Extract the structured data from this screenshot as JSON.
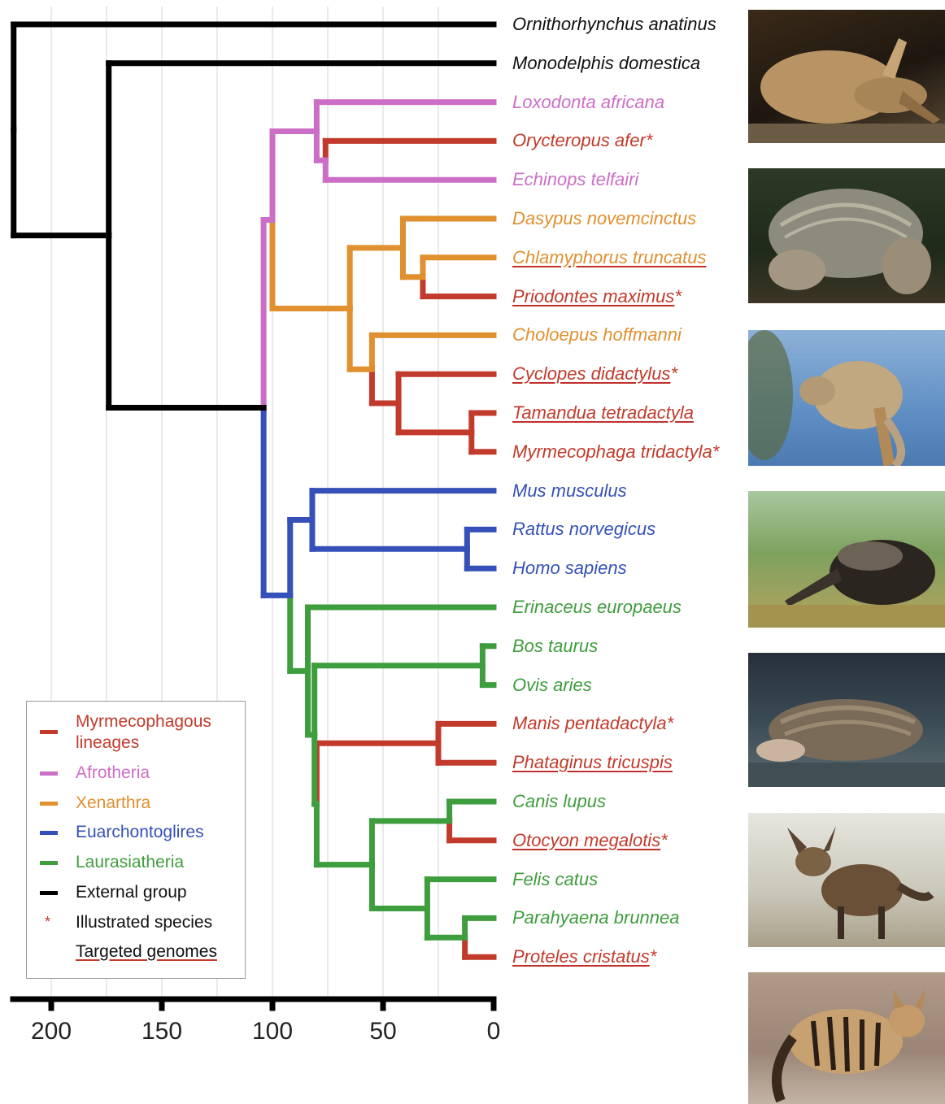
{
  "colors": {
    "myrmecophagous": "#c23a2b",
    "afrotheria": "#cc6ec6",
    "xenarthra": "#e0902f",
    "euarchontoglires": "#3550b8",
    "laurasiatheria": "#3e9d3c",
    "external": "#000000"
  },
  "species": [
    {
      "name": "Ornithorhynchus anatinus",
      "group": "external",
      "star": false,
      "targeted": false
    },
    {
      "name": "Monodelphis domestica",
      "group": "external",
      "star": false,
      "targeted": false
    },
    {
      "name": "Loxodonta africana",
      "group": "afrotheria",
      "star": false,
      "targeted": false
    },
    {
      "name": "Orycteropus afer",
      "group": "myrmecophagous",
      "star": true,
      "targeted": false
    },
    {
      "name": "Echinops telfairi",
      "group": "afrotheria",
      "star": false,
      "targeted": false
    },
    {
      "name": "Dasypus novemcinctus",
      "group": "xenarthra",
      "star": false,
      "targeted": false
    },
    {
      "name": "Chlamyphorus truncatus",
      "group": "xenarthra",
      "star": false,
      "targeted": true
    },
    {
      "name": "Priodontes maximus",
      "group": "myrmecophagous",
      "star": true,
      "targeted": true
    },
    {
      "name": "Choloepus hoffmanni",
      "group": "xenarthra",
      "star": false,
      "targeted": false
    },
    {
      "name": "Cyclopes didactylus",
      "group": "myrmecophagous",
      "star": true,
      "targeted": true
    },
    {
      "name": "Tamandua tetradactyla",
      "group": "myrmecophagous",
      "star": false,
      "targeted": true
    },
    {
      "name": "Myrmecophaga tridactyla",
      "group": "myrmecophagous",
      "star": true,
      "targeted": false
    },
    {
      "name": "Mus musculus",
      "group": "euarchontoglires",
      "star": false,
      "targeted": false
    },
    {
      "name": "Rattus norvegicus",
      "group": "euarchontoglires",
      "star": false,
      "targeted": false
    },
    {
      "name": "Homo sapiens",
      "group": "euarchontoglires",
      "star": false,
      "targeted": false
    },
    {
      "name": "Erinaceus europaeus",
      "group": "laurasiatheria",
      "star": false,
      "targeted": false
    },
    {
      "name": "Bos taurus",
      "group": "laurasiatheria",
      "star": false,
      "targeted": false
    },
    {
      "name": "Ovis aries",
      "group": "laurasiatheria",
      "star": false,
      "targeted": false
    },
    {
      "name": "Manis pentadactyla",
      "group": "myrmecophagous",
      "star": true,
      "targeted": false
    },
    {
      "name": "Phataginus tricuspis",
      "group": "myrmecophagous",
      "star": false,
      "targeted": true
    },
    {
      "name": "Canis lupus",
      "group": "laurasiatheria",
      "star": false,
      "targeted": false
    },
    {
      "name": "Otocyon megalotis",
      "group": "myrmecophagous",
      "star": true,
      "targeted": true
    },
    {
      "name": "Felis catus",
      "group": "laurasiatheria",
      "star": false,
      "targeted": false
    },
    {
      "name": "Parahyaena brunnea",
      "group": "laurasiatheria",
      "star": false,
      "targeted": false
    },
    {
      "name": "Proteles cristatus",
      "group": "myrmecophagous",
      "star": true,
      "targeted": true
    }
  ],
  "axis": {
    "ticks": [
      "200",
      "150",
      "100",
      "50",
      "0"
    ],
    "range_my": [
      0,
      217
    ]
  },
  "legend": {
    "items": [
      {
        "label": "Myrmecophagous lineages",
        "color": "#c23a2b"
      },
      {
        "label": "Afrotheria",
        "color": "#cc6ec6"
      },
      {
        "label": "Xenarthra",
        "color": "#e0902f"
      },
      {
        "label": "Euarchontoglires",
        "color": "#3550b8"
      },
      {
        "label": "Laurasiatheria",
        "color": "#3e9d3c"
      },
      {
        "label": "External group",
        "color": "#000000"
      }
    ],
    "star_label": "Illustrated species",
    "targeted_label": "Targeted genomes"
  },
  "photos": [
    "aardvark-photo",
    "giant-armadillo-photo",
    "silky-anteater-photo",
    "giant-anteater-photo",
    "pangolin-photo",
    "bat-eared-fox-photo",
    "aardwolf-photo"
  ]
}
